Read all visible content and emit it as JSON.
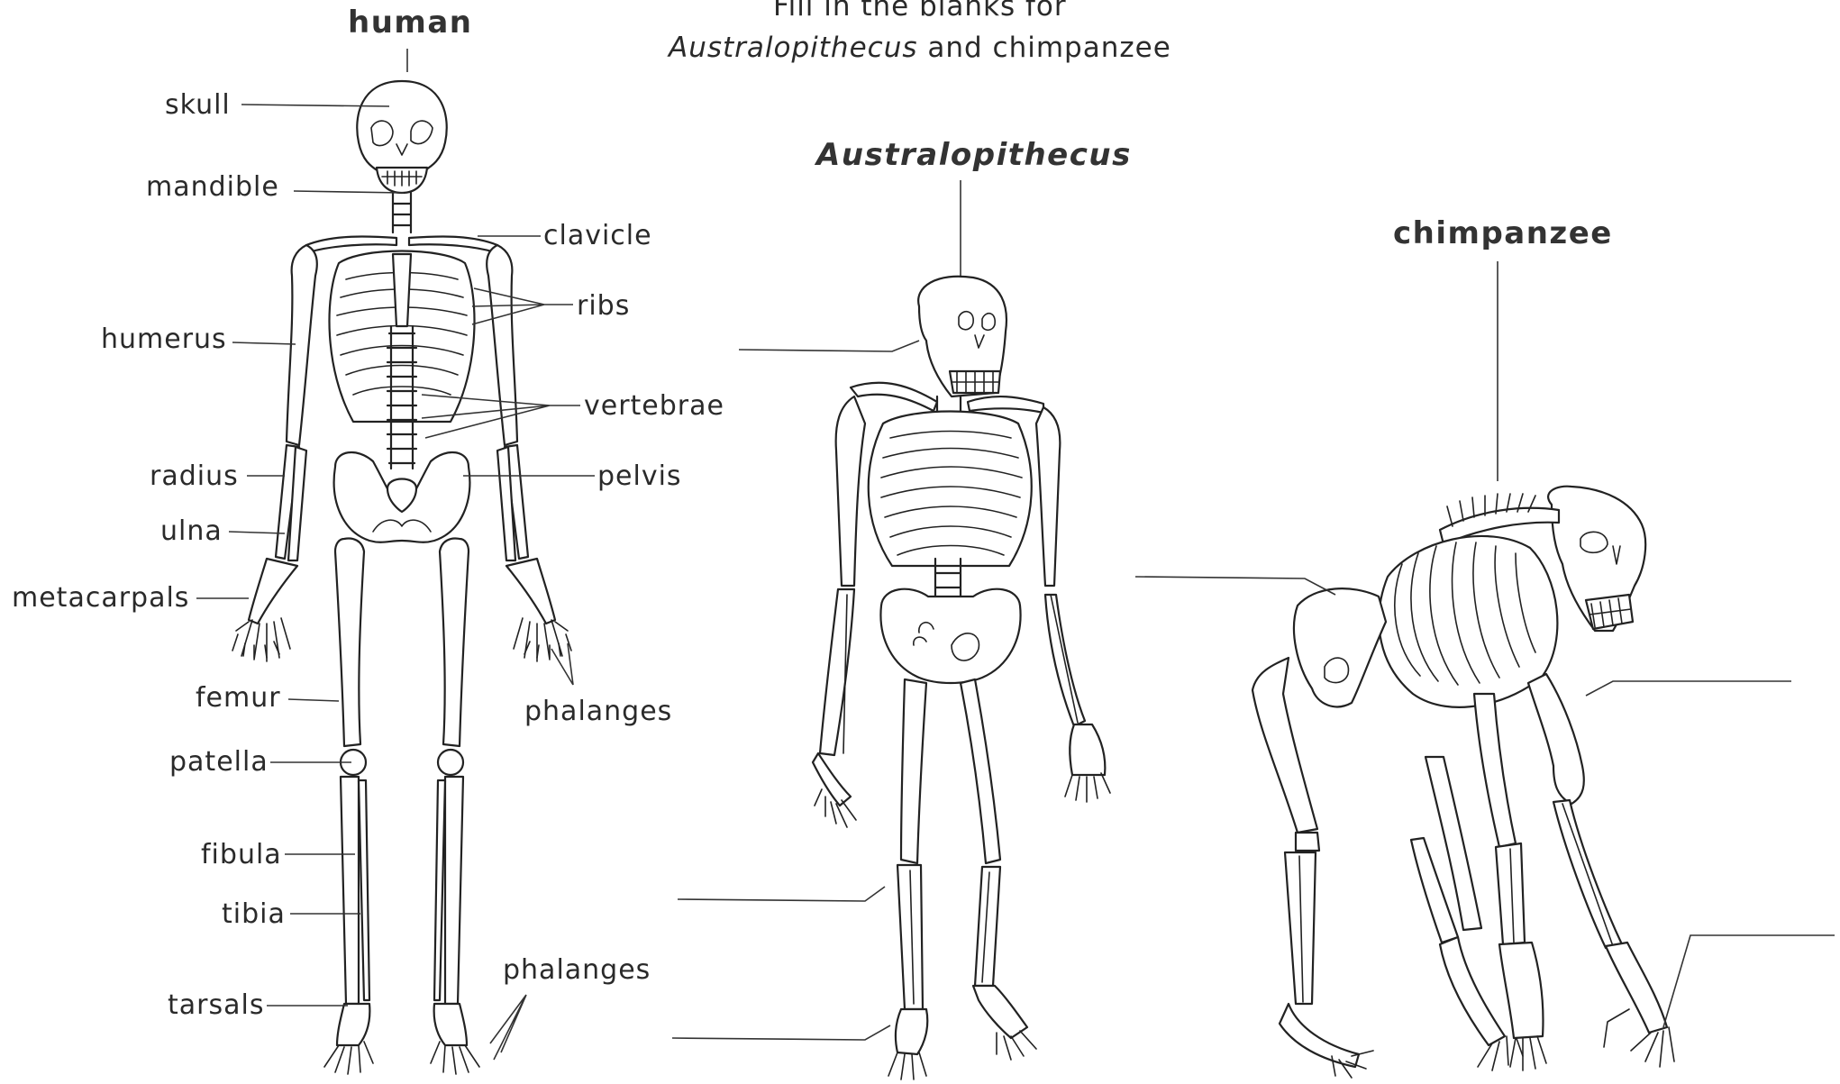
{
  "instructions": {
    "line1": "Fill in the blanks for",
    "line2_italic": "Australopithecus",
    "line2_rest": " and chimpanzee"
  },
  "figures": {
    "human": {
      "title": "human",
      "labels": {
        "skull": "skull",
        "mandible": "mandible",
        "clavicle": "clavicle",
        "ribs": "ribs",
        "humerus": "humerus",
        "vertebrae": "vertebrae",
        "radius": "radius",
        "pelvis": "pelvis",
        "ulna": "ulna",
        "metacarpals": "metacarpals",
        "femur": "femur",
        "phalanges_hand": "phalanges",
        "patella": "patella",
        "fibula": "fibula",
        "tibia": "tibia",
        "phalanges_foot": "phalanges",
        "tarsals": "tarsals"
      }
    },
    "australopithecus": {
      "title": "Australopithecus",
      "blank_count": 3
    },
    "chimpanzee": {
      "title": "chimpanzee",
      "blank_count": 3
    }
  },
  "colors": {
    "ink": "#222222",
    "paper": "#ffffff"
  }
}
